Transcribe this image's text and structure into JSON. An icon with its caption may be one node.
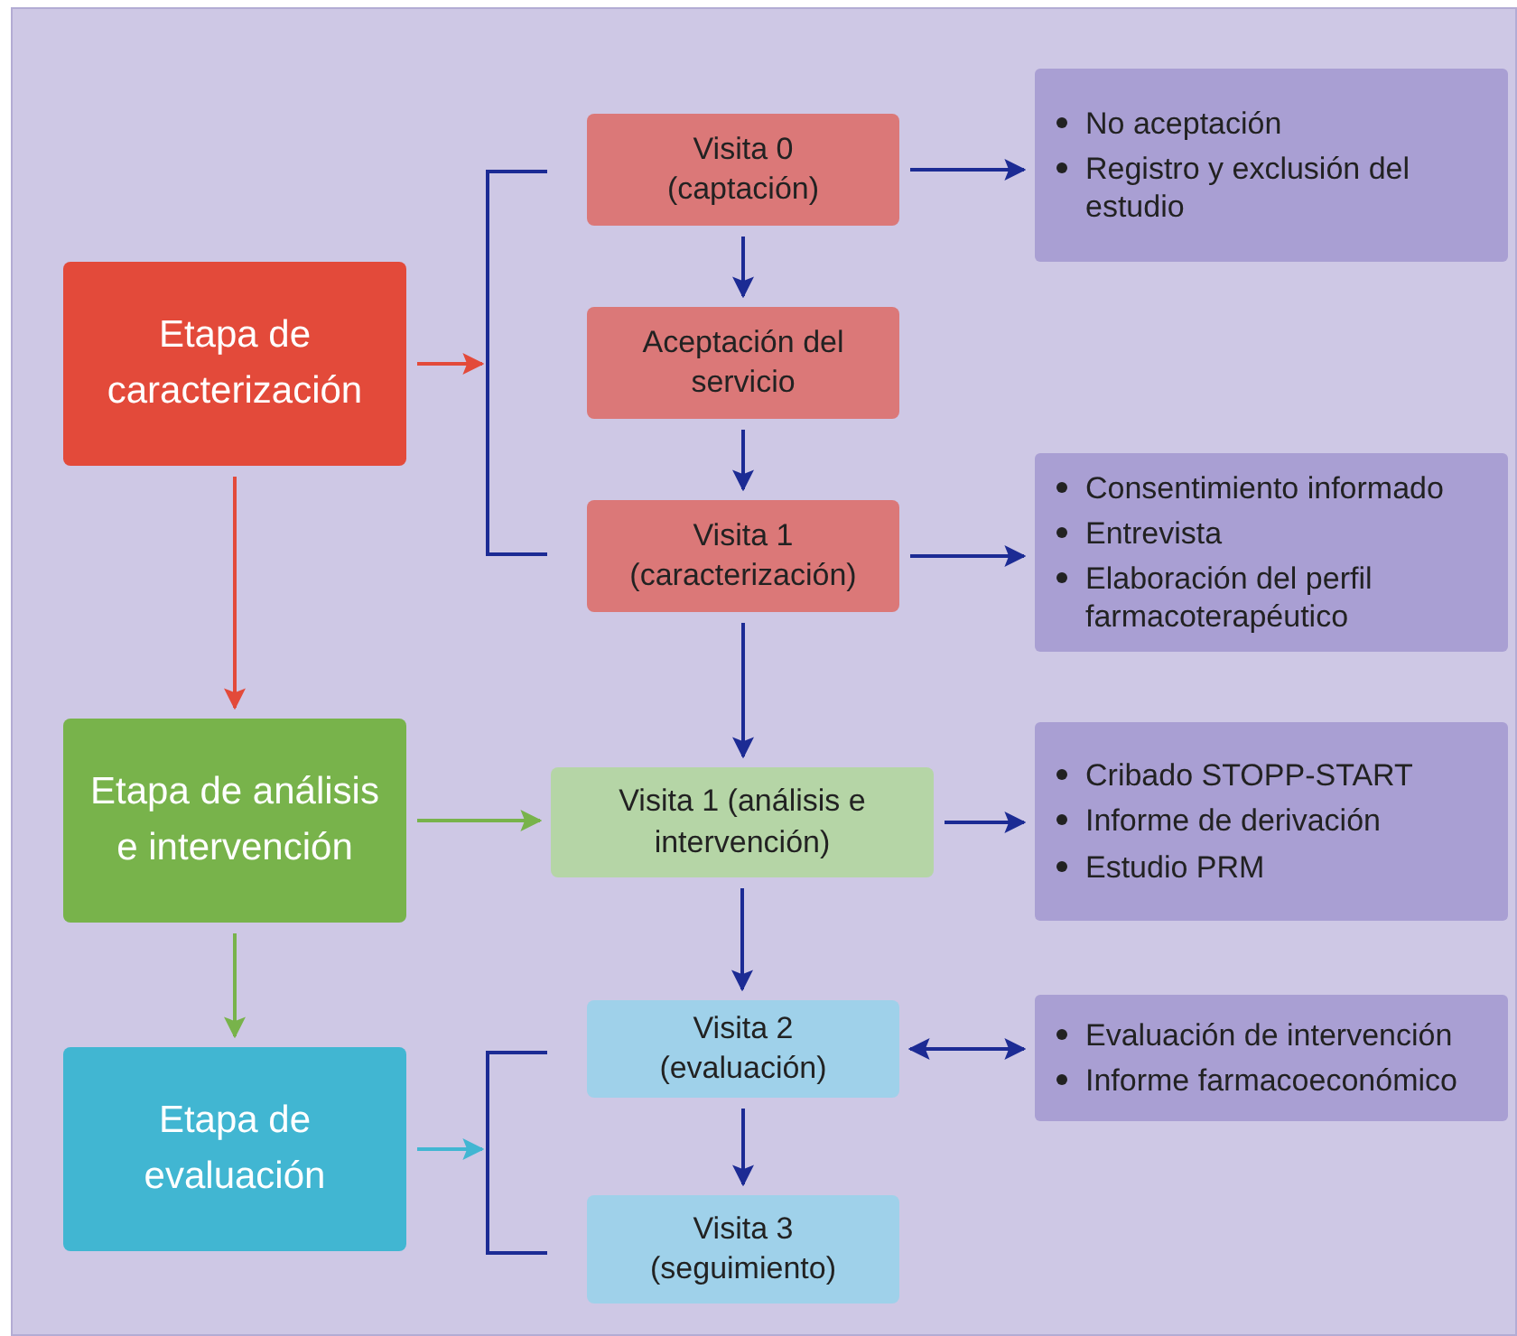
{
  "diagram": {
    "nodes": [
      {
        "text": [
          "Etapa de caracterización"
        ]
      },
      {
        "text": [],
        "shape": "bracket"
      },
      {
        "text": [
          "Visita 0 (captación)"
        ]
      },
      {
        "text": [
          "Aceptación del servicio"
        ]
      },
      {
        "text": [
          "Visita 1 (caracterización)"
        ]
      },
      {
        "text": [
          "No aceptación",
          "Registro y exclusión del estudio"
        ]
      },
      {
        "text": [
          "Consentimiento informado",
          "Entrevista",
          "Elaboración del perfil farmacoterapéutico"
        ]
      },
      {
        "text": [
          "Etapa de análisis e intervención"
        ]
      },
      {
        "text": [
          "Visita 1 (análisis e intervención)"
        ]
      },
      {
        "text": [
          "Cribado STOPP-START",
          "Informe de derivación",
          "Estudio PRM"
        ]
      },
      {
        "text": [
          "Etapa de evaluación"
        ]
      },
      {
        "text": [],
        "shape": "bracket"
      },
      {
        "text": [
          "Visita 2 (evaluación)"
        ]
      },
      {
        "text": [
          "Visita 3 (seguimiento)"
        ]
      },
      {
        "text": [
          "Evaluación de intervención",
          "Informe farmacoeconómico"
        ]
      }
    ],
    "edges": [
      {
        "from": 0,
        "to": 1,
        "arrow": "to",
        "color": "#e34a3a"
      },
      {
        "from": 2,
        "to": 5,
        "arrow": "to"
      },
      {
        "from": 2,
        "to": 3,
        "arrow": "to"
      },
      {
        "from": 3,
        "to": 4,
        "arrow": "to"
      },
      {
        "from": 4,
        "to": 6,
        "arrow": "to"
      },
      {
        "from": 0,
        "to": 7,
        "arrow": "to",
        "color": "#e34a3a"
      },
      {
        "from": 4,
        "to": 8,
        "arrow": "to"
      },
      {
        "from": 7,
        "to": 8,
        "arrow": "to",
        "color": "#78b34b"
      },
      {
        "from": 8,
        "to": 9,
        "arrow": "to"
      },
      {
        "from": 8,
        "to": 12,
        "arrow": "to"
      },
      {
        "from": 7,
        "to": 10,
        "arrow": "to",
        "color": "#78b34b"
      },
      {
        "from": 10,
        "to": 11,
        "arrow": "to",
        "color": "#41b6d2"
      },
      {
        "from": 12,
        "to": 14,
        "arrow": "both"
      },
      {
        "from": 12,
        "to": 13,
        "arrow": "to"
      }
    ]
  }
}
